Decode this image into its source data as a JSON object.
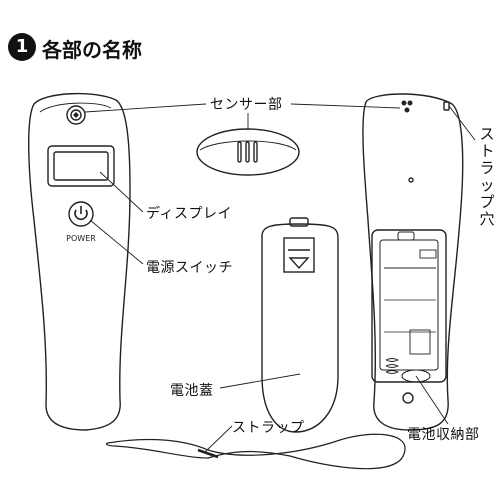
{
  "title": {
    "number": "1",
    "text": "各部の名称"
  },
  "labels": {
    "sensor": "センサー部",
    "strap_hole": "ストラップ穴",
    "display": "ディスプレイ",
    "power_switch": "電源スイッチ",
    "battery_cover": "電池蓋",
    "strap": "ストラップ",
    "battery_compartment": "電池収納部"
  },
  "device": {
    "power_text": "POWER"
  }
}
